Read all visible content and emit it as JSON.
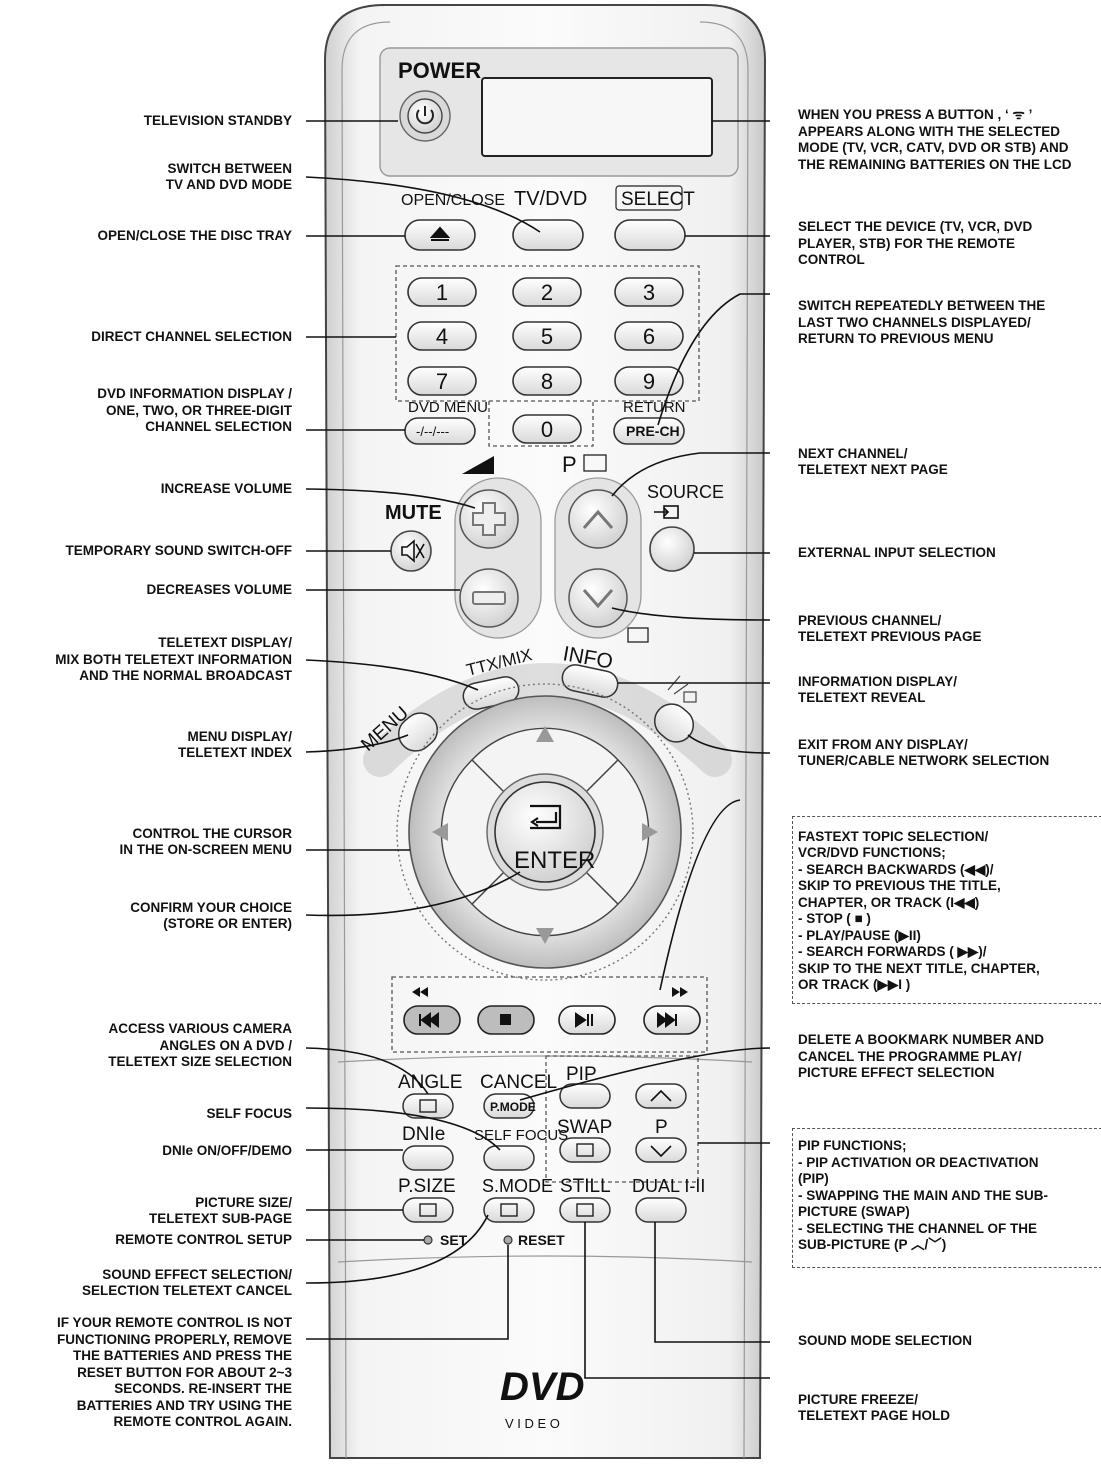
{
  "remote": {
    "power": "POWER",
    "open_close": "OPEN/CLOSE",
    "tv_dvd": "TV/DVD",
    "select": "SELECT",
    "keys": [
      "1",
      "2",
      "3",
      "4",
      "5",
      "6",
      "7",
      "8",
      "9",
      "0"
    ],
    "dvd_menu": "DVD MENU",
    "dash_key": "-/--/---",
    "return": "RETURN",
    "pre_ch": "PRE-CH",
    "p": "P",
    "source": "SOURCE",
    "mute": "MUTE",
    "ttx_mix": "TTX/MIX",
    "info": "INFO",
    "menu": "MENU",
    "enter": "ENTER",
    "angle": "ANGLE",
    "cancel": "CANCEL",
    "pmode": "P.MODE",
    "pip": "PIP",
    "dnie": "DNIe",
    "self_focus": "SELF FOCUS",
    "swap": "SWAP",
    "p_small": "P",
    "psize": "P.SIZE",
    "smode": "S.MODE",
    "still": "STILL",
    "dual": "DUAL I-II",
    "set": "SET",
    "reset": "RESET",
    "logo": "DVD",
    "video": "V I D E O"
  },
  "callouts": {
    "left": [
      "TELEVISION STANDBY",
      "SWITCH BETWEEN\nTV AND DVD MODE",
      "OPEN/CLOSE THE DISC TRAY",
      "DIRECT CHANNEL SELECTION",
      "DVD INFORMATION DISPLAY /\nONE, TWO, OR THREE-DIGIT\nCHANNEL SELECTION",
      "INCREASE VOLUME",
      "TEMPORARY SOUND SWITCH-OFF",
      "DECREASES VOLUME",
      "TELETEXT DISPLAY/\nMIX BOTH TELETEXT INFORMATION\nAND THE NORMAL BROADCAST",
      "MENU DISPLAY/\nTELETEXT INDEX",
      "CONTROL THE CURSOR\nIN THE ON-SCREEN MENU",
      "CONFIRM YOUR CHOICE\n(STORE OR ENTER)",
      "ACCESS VARIOUS CAMERA\nANGLES ON A DVD /\nTELETEXT SIZE SELECTION",
      "SELF FOCUS",
      "DNIe ON/OFF/DEMO",
      "PICTURE SIZE/\nTELETEXT SUB-PAGE",
      "REMOTE CONTROL SETUP",
      "SOUND EFFECT SELECTION/\nSELECTION TELETEXT CANCEL",
      "IF YOUR REMOTE CONTROL IS NOT\nFUNCTIONING PROPERLY, REMOVE\nTHE BATTERIES AND PRESS THE\nRESET BUTTON FOR ABOUT 2~3\nSECONDS. RE-INSERT THE\nBATTERIES AND TRY  USING THE\nREMOTE CONTROL AGAIN."
    ],
    "right": [
      "WHEN YOU PRESS A BUTTON , ‘ ᯤ ’\nAPPEARS ALONG WITH THE SELECTED\nMODE (TV, VCR, CATV, DVD OR STB) AND\nTHE REMAINING BATTERIES ON THE LCD",
      "SELECT THE DEVICE (TV, VCR, DVD\nPLAYER, STB) FOR THE REMOTE\nCONTROL",
      "SWITCH REPEATEDLY BETWEEN THE\nLAST TWO CHANNELS DISPLAYED/\nRETURN TO PREVIOUS MENU",
      "NEXT CHANNEL/\nTELETEXT NEXT PAGE",
      "EXTERNAL INPUT SELECTION",
      "PREVIOUS CHANNEL/\nTELETEXT PREVIOUS PAGE",
      "INFORMATION DISPLAY/\nTELETEXT REVEAL",
      "EXIT FROM ANY DISPLAY/\nTUNER/CABLE NETWORK SELECTION",
      "FASTEXT TOPIC SELECTION/\nVCR/DVD FUNCTIONS;\n- SEARCH BACKWARDS (◀◀)/\n  SKIP TO PREVIOUS THE TITLE,\n  CHAPTER, OR TRACK (I◀◀)\n- STOP ( ■ )\n- PLAY/PAUSE (▶II)\n- SEARCH FORWARDS ( ▶▶)/\n  SKIP TO THE NEXT TITLE, CHAPTER,\n  OR TRACK (▶▶I )",
      "DELETE A BOOKMARK NUMBER AND\nCANCEL THE PROGRAMME PLAY/\nPICTURE EFFECT SELECTION",
      "PIP FUNCTIONS;\n- PIP ACTIVATION OR DEACTIVATION\n  (PIP)\n- SWAPPING THE MAIN AND THE SUB-\n  PICTURE (SWAP)\n- SELECTING THE CHANNEL OF THE\n  SUB-PICTURE (P ︿/﹀)",
      "SOUND MODE SELECTION",
      "PICTURE FREEZE/\nTELETEXT PAGE HOLD"
    ]
  }
}
